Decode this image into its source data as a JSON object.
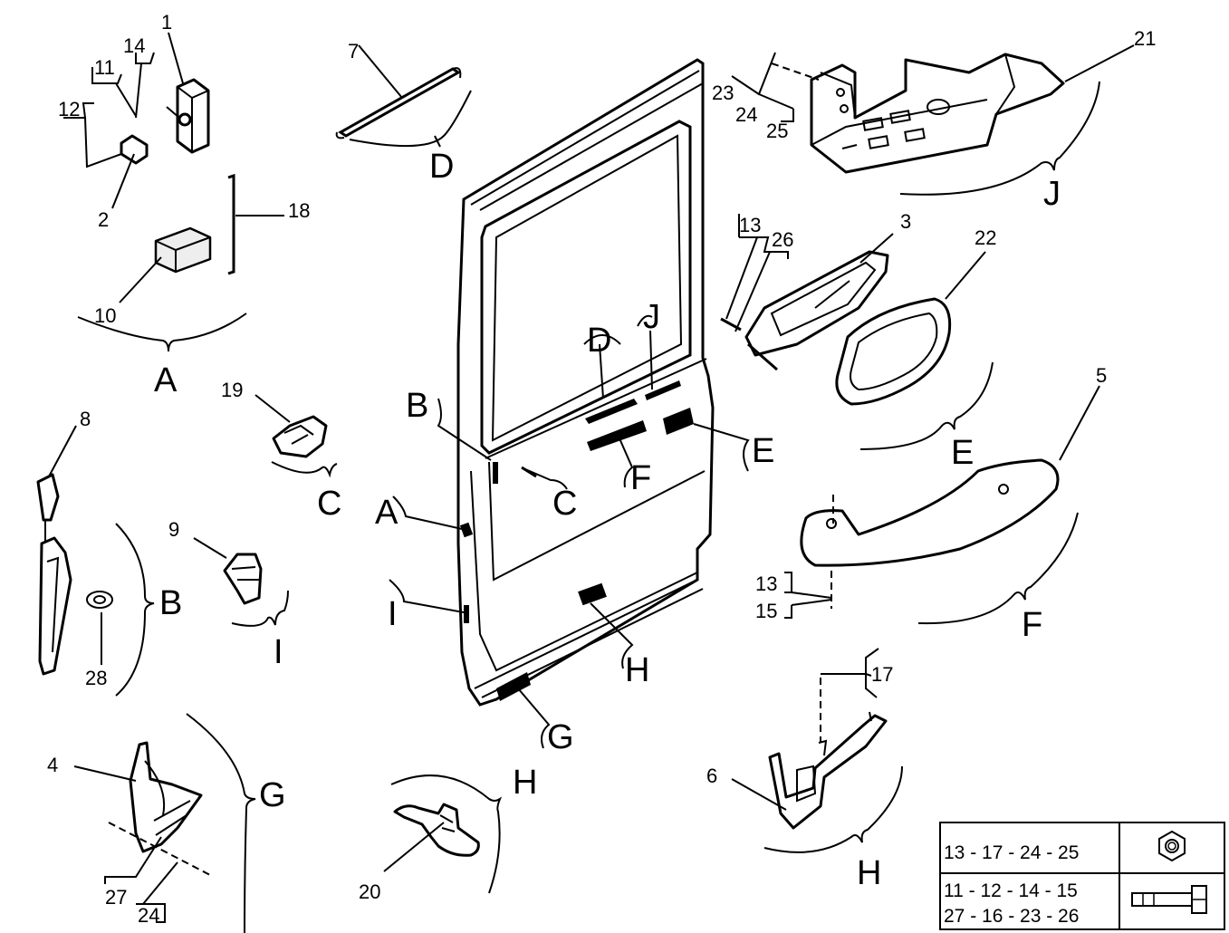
{
  "callouts": {
    "c1": "1",
    "c2": "2",
    "c3": "3",
    "c4": "4",
    "c5": "5",
    "c6": "6",
    "c7": "7",
    "c8": "8",
    "c9": "9",
    "c10": "10",
    "c11": "11",
    "c12": "12",
    "c13a": "13",
    "c13b": "13",
    "c14": "14",
    "c15": "15",
    "c17": "17",
    "c18": "18",
    "c19": "19",
    "c20": "20",
    "c21": "21",
    "c22": "22",
    "c23": "23",
    "c24a": "24",
    "c24b": "24",
    "c25": "25",
    "c26": "26",
    "c27": "27",
    "c28": "28"
  },
  "groups": {
    "A_group": "A",
    "A_door": "A",
    "B_group": "B",
    "B_door": "B",
    "C_group": "C",
    "C_door": "C",
    "D_group": "D",
    "D_door": "D",
    "E_group": "E",
    "E_door": "E",
    "F_group": "F",
    "F_door": "F",
    "G_group": "G",
    "G_door": "G",
    "H_group1": "H",
    "H_group2": "H",
    "H_door": "H",
    "I_group": "I",
    "I_door": "I",
    "J_group": "J",
    "J_door": "J"
  },
  "legend": {
    "row1": "13 - 17 - 24 - 25",
    "row2a": "11 - 12 - 14 - 15",
    "row2b": "27 - 16 - 23 - 26",
    "row1_icon": "hex-nut-icon",
    "row2_icon": "bolt-icon"
  }
}
